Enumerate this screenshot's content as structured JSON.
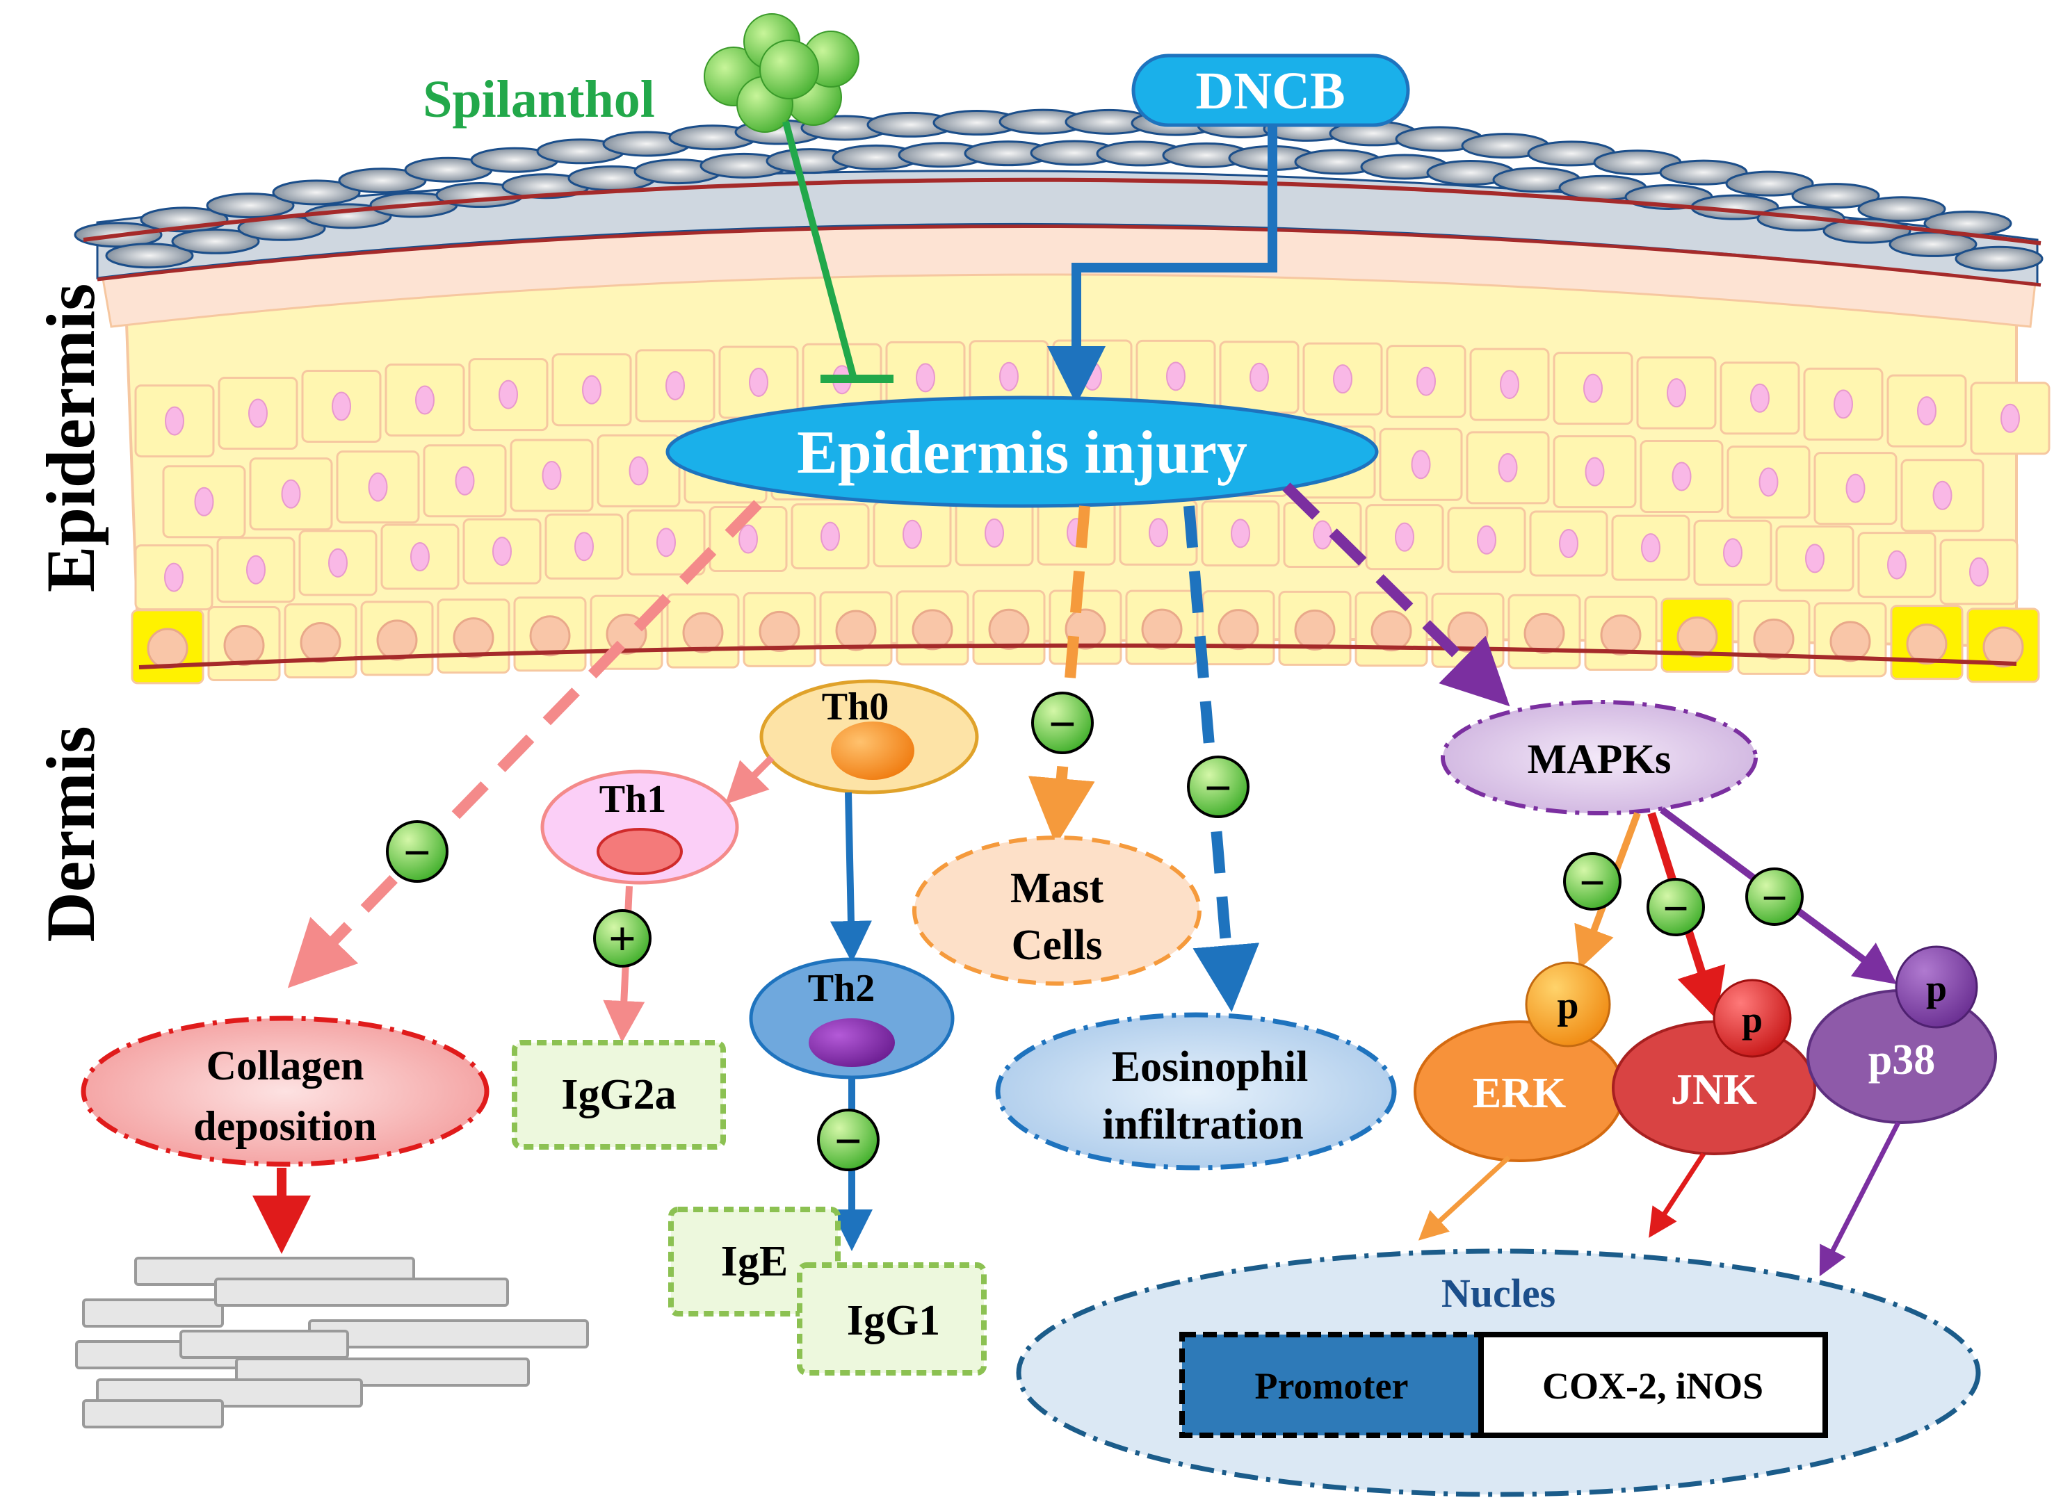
{
  "layers": {
    "epidermis": "Epidermis",
    "dermis": "Dermis"
  },
  "inputs": {
    "spilanthol": "Spilanthol",
    "dncb": "DNCB"
  },
  "central_node": "Epidermis injury",
  "cells": {
    "th0": "Th0",
    "th1": "Th1",
    "th2": "Th2",
    "mast_cells_line1": "Mast",
    "mast_cells_line2": "Cells"
  },
  "outcomes": {
    "collagen_line1": "Collagen",
    "collagen_line2": "deposition",
    "igg2a": "IgG2a",
    "ige": "IgE",
    "igg1": "IgG1",
    "eosinophil_line1": "Eosinophil",
    "eosinophil_line2": "infiltration"
  },
  "pathway": {
    "mapks": "MAPKs",
    "erk": "ERK",
    "jnk": "JNK",
    "p38": "p38",
    "phospho": "p",
    "nucleus": "Nucles",
    "promoter": "Promoter",
    "genes": "COX-2, iNOS"
  },
  "signs": {
    "minus": "−",
    "plus": "+"
  },
  "colors": {
    "spilanthol": "#22a84a",
    "dncb_blue": "#1e73be",
    "injury_fill": "#1ab0ea",
    "collagen_arrow": "#f48a8a",
    "mast_arrow": "#f59a3c",
    "eosinophil_arrow": "#1e73be",
    "mapk_arrow": "#7b2fa0",
    "erk": "#f7923a",
    "jnk": "#d94343",
    "p38": "#8e5aa9",
    "skin_yellow": "#fff6b8",
    "membrane": "#a52a2a"
  }
}
